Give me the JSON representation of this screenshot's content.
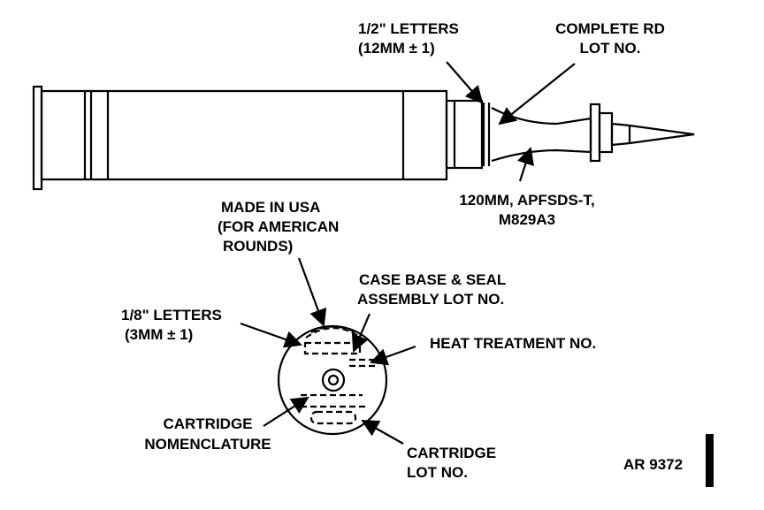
{
  "labels": {
    "half_inch_1": "1/2\" LETTERS",
    "half_inch_2": "(12MM ± 1)",
    "complete_rd_1": "COMPLETE RD",
    "complete_rd_2": "LOT NO.",
    "round_type_1": "120MM, APFSDS-T,",
    "round_type_2": "M829A3",
    "made_in_usa_1": "MADE IN USA",
    "made_in_usa_2": "(FOR AMERICAN",
    "made_in_usa_3": "ROUNDS)",
    "case_base_1": "CASE BASE & SEAL",
    "case_base_2": "ASSEMBLY LOT NO.",
    "eighth_inch_1": "1/8\" LETTERS",
    "eighth_inch_2": "(3MM ± 1)",
    "heat_treatment": "HEAT TREATMENT NO.",
    "cartridge_nom_1": "CARTRIDGE",
    "cartridge_nom_2": "NOMENCLATURE",
    "cartridge_lot_1": "CARTRIDGE",
    "cartridge_lot_2": "LOT NO.",
    "figure_id": "AR 9372"
  }
}
